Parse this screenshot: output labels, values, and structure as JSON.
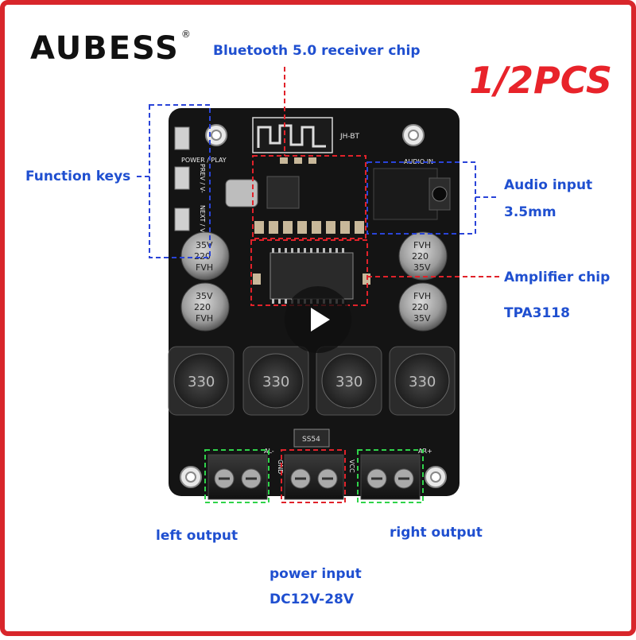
{
  "brand": {
    "name": "Aubess",
    "registered_mark": "®"
  },
  "quantity_badge": "1/2PCS",
  "callouts": {
    "bluetooth_chip": "Bluetooth 5.0 receiver chip",
    "function_keys": "Function keys",
    "audio_input_line1": "Audio input",
    "audio_input_line2": "3.5mm",
    "amplifier_chip_line1": "Amplifier chip",
    "amplifier_chip_line2": "TPA3118",
    "left_output": "left output",
    "right_output": "right output",
    "power_input_line1": "power input",
    "power_input_line2": "DC12V-28V"
  },
  "board_markings": {
    "module": "JH-BT",
    "power_play": "POWER / PLAY",
    "prev": "PREV / V-",
    "next": "NEXT / V+",
    "audio_in": "AUDIO IN",
    "cap_voltage": "35V",
    "cap_value": "220",
    "cap_series": "FVH",
    "inductor_value": "330",
    "diode": "SS54",
    "gnd": "GND",
    "vcc": "VCC",
    "al": "AL-",
    "ar": "AR+"
  },
  "colors": {
    "callout_text": "#1f4fd0",
    "badge": "#e8232a",
    "frame": "#d8262b",
    "pcb": "#141414",
    "box_blue": "#2a44d8",
    "box_red": "#e0222a",
    "box_green": "#2fd34a"
  },
  "icons": {
    "play": "play-icon"
  }
}
